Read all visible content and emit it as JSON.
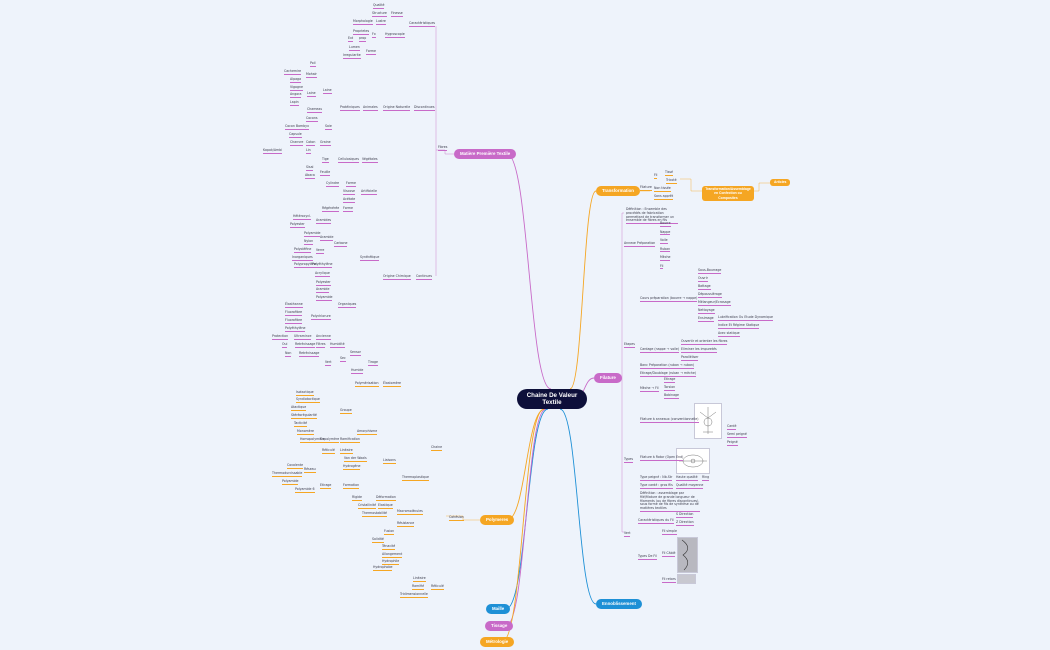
{
  "root": {
    "line1": "Chaine De Valeur",
    "line2": "Textile"
  },
  "branches": {
    "matiere": "Matière Première Textile",
    "transformation": "Transformation",
    "filature": "Filature",
    "polymeres": "Polymeres",
    "mailla": "Maille",
    "ennoblissement": "Ennoblissement",
    "tissage": "Tissage",
    "metrologie": "Métrologie"
  },
  "colors": {
    "pink": "#c86ac8",
    "orange": "#f5a623",
    "blue": "#1e90d6",
    "root": "#0d0f3a"
  },
  "matiere": {
    "fibres": "Fibres",
    "caracteristiques": "Caractéristiques",
    "qualite": "Qualité",
    "structure": "Structure",
    "finesse": "Finesse",
    "morphologie": "Morphologie",
    "lustre": "Lustre",
    "ext": "Ext",
    "hygroscopie": "Hygroscopie",
    "proprietes": "Proprietes",
    "fx": "Fx",
    "prop2": "prop",
    "discontinues": "Discontinues",
    "forme": "Forme",
    "lumen": "Lumen",
    "irregularite": "Irregularite",
    "origine_naturelle": "Origine Naturelle",
    "animales": "Animales",
    "proteiniques": "Protéiniques",
    "poil": "Poil",
    "cachemire": "Cachemire",
    "mohair": "Mohair",
    "laine": "Laine",
    "alpaga": "Alpaga",
    "vigogne": "Vigogne",
    "angora": "Angora",
    "lapin": "Lapin",
    "laine2": "Laine",
    "chameau": "Chameau",
    "cocons": "Cocons",
    "soie": "Soie",
    "coursebombyx": "Cocon Bombyx",
    "vegetales": "Végétales",
    "cellulosiques": "Cellulosiques",
    "capsule": "Capsule",
    "coton": "Coton",
    "graine": "Graine",
    "tige": "Tige",
    "lin": "Lin",
    "kapok": "Kapok/Ambi",
    "chanvre": "Chanvre",
    "sisal": "Sisal",
    "feuille": "Feuille",
    "abaca": "Abaca",
    "continues": "Continues",
    "origine_chimique": "Origine Chimique",
    "forme2": "Forme",
    "cylindre": "Cylindre",
    "artificielle": "Artificielle",
    "viscose": "Viscose",
    "acetate": "Acétate",
    "regenerees": "Régénérée",
    "forme3": "Forme",
    "synthetique": "Synthétique",
    "aramides": "Aramides",
    "heterocycliques": "Hétérocycl.",
    "polyester": "Polyester",
    "aramide": "Aramide",
    "polyamide": "Polyamide",
    "carbone": "Carbone",
    "nylon": "Nylon",
    "verre": "Verre",
    "poly_olefine": "Polyoléfine",
    "inorganiques": "Inorganiques",
    "polypropylene": "Polypropylène",
    "polyethylene": "Polyéthylène",
    "acrylique": "Acrylique",
    "organiques": "Organiques",
    "elastane": "Élasthanne",
    "polychlorure": "Polychlorure",
    "fluorofibre": "Fluorofibre",
    "protection": "Protection",
    "ultramince": "Ultramince",
    "ancienne": "Ancienne",
    "non": "Oui",
    "retrecissage": "Retrécissage",
    "filtres": "Filtres",
    "humidite": "Humidité",
    "sensor": "Sensor",
    "non2": "Non",
    "retrecissage2": "Retrécissage",
    "sec": "Sec",
    "vert": "Vert",
    "tirage": "Tirage",
    "humide": "Humide"
  },
  "transformation": {
    "fil": "Fil",
    "tisse": "Tissé",
    "tricote": "Tricoté",
    "filature": "Filature",
    "non_tisse": "Non tissée",
    "sans_appret": "Sans apprêt",
    "assemblage": "Transformation/Assemblage en Confection ou Composites",
    "articles": "Articles"
  },
  "filature": {
    "definition": "Définition : Ensemble des procédés de fabrication permettant de transformer un ensemble de fibres en fils",
    "annexe": "Annexe Préparation",
    "items": [
      "Bourre",
      "Nappe",
      "Voile",
      "Ruban",
      "Mèche",
      "Fil"
    ],
    "etapes": "Etapes",
    "cours_prep": "Cours préparation (bourre → nappe)",
    "sub": [
      "Sous-Bourrage",
      "Ouvrir",
      "Battage",
      "Dépoussiérage",
      "Mélangeur/Ecrasage",
      "Nettoyage",
      "Ensimage"
    ],
    "lubrif": "Lubrification Ou Etude Dynamique",
    "lubrif2": "Indice Et Régime Statique",
    "lubrif3": "Avec statique",
    "cardage": "Cardage (nappe → voile)",
    "cardage_sub": [
      "Ouvertir et orienter les fibres",
      "Eliminer les impuretés",
      "Paralléliser"
    ],
    "banc": "Banc Préparation (ruban → ruban)",
    "doublage": "Etirage/Doublage (ruban → mèche)",
    "meche": "Mèche → Fil",
    "meche_sub": [
      "Etirage",
      "Torsion",
      "Bobinage"
    ],
    "types": "Types",
    "continu": "Continu",
    "annulaire": "Filature à anneaux (conventionnelle)",
    "cardé": "Cardé",
    "semi": "Semi peigné",
    "peigne": "Peigné",
    "rotor": "Filature à Rotor (Open End)",
    "type_peigne": "Type peigné : Nb.Str",
    "haute_q": "Haute qualité",
    "ring": "Ring",
    "card_type": "Type cardé : gros fils",
    "qualite_moyenne": "Qualité moyenne",
    "defs": "Définition : assemblage par filé/filature de grande longueur de filaments (ou de fibres discontinues), sous forme de fils de synthèse ou de matières textiles",
    "vert": "Vert",
    "caracteristiques_fil": "Caractéristiques du Fil",
    "torsion": "Torsion",
    "s": "S Direction",
    "z": "Z Direction",
    "type_fil": "Types De Fil",
    "fil_simple": "Fil simple",
    "fil_cable": "Fil Câblé",
    "fil_retors": "Fil retors"
  },
  "polymeres": {
    "chaine": "Chaine",
    "polymerisation": "Polymérisation",
    "elastomere": "Élastomère",
    "amorphisme": "Amorphisme",
    "groupe": "Groupe",
    "isotactique": "Isotactique",
    "syndiotactique": "Syndiotactique",
    "atactique": "Atactique",
    "stereoregularite": "Stéréorégularité",
    "tacticite": "Tacticité",
    "monomere": "Monomère",
    "homopolymere": "Homopolymère",
    "copolymere": "Copolymère",
    "ramification": "Ramification",
    "reticule": "Réticulé",
    "lineaire": "Linéaire",
    "liaisons": "Liaisons",
    "vanderwaals": "Van der Waals",
    "hydrogene": "Hydrogène",
    "covalente": "Covalente",
    "reseau": "Réseau",
    "thermoplastique": "Thermoplastique",
    "thermo": "Thermodurcissable",
    "polyamide": "Polyamide",
    "etirage": "Etirage",
    "formation": "Formation",
    "poly": "Polyamide 6",
    "deformation": "Déformation",
    "rigide": "Rigide",
    "elastique": "Elastique",
    "crist": "Cristallinité",
    "macromolecules": "Macromolécules",
    "thermostabilite": "Thermostabilité",
    "cohesion": "Cohésion",
    "resistance": "Résistance",
    "fusion": "Fusion",
    "solidite": "Solidité",
    "tenacite": "Ténacité",
    "allongement": "Allongement",
    "hydrophile": "Hydrophile",
    "hydrophobe": "Hydrophobe",
    "lineaire2": "Linéaire",
    "ramifie": "Ramifié",
    "reticule2": "Réticulé",
    "tridimension": "Tridimensionnelle",
    "cristal": "Cristallin",
    "amorphe": "Amorphe"
  }
}
